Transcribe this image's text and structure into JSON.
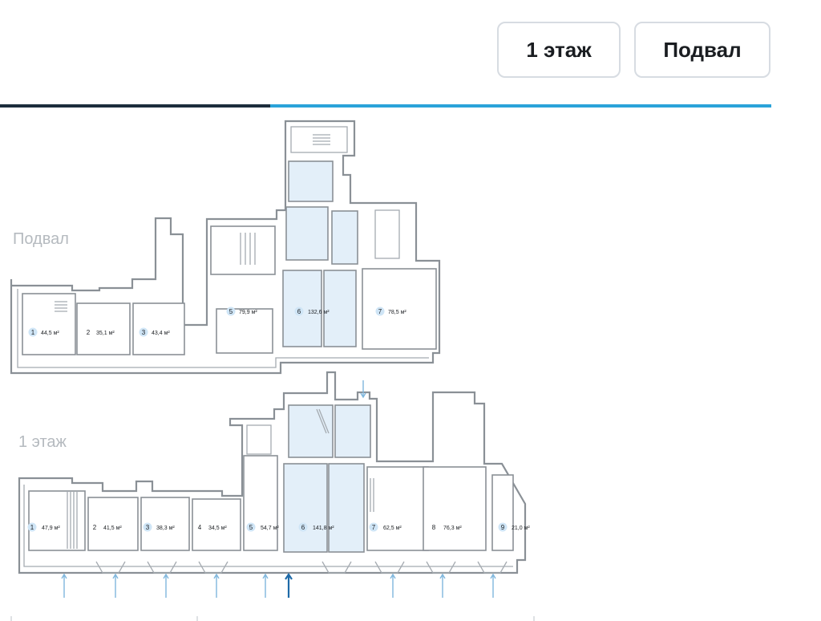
{
  "floor_buttons": [
    {
      "label": "1 этаж"
    },
    {
      "label": "Подвал"
    }
  ],
  "progress": {
    "value": 0.35
  },
  "basement": {
    "label": "Подвал",
    "rooms": [
      {
        "num": "1",
        "area": "44,5 м²"
      },
      {
        "num": "2",
        "area": "35,1 м²"
      },
      {
        "num": "3",
        "area": "43,4 м²"
      },
      {
        "num": "5",
        "area": "79,9 м²"
      },
      {
        "num": "6",
        "area": "132,6 м²"
      },
      {
        "num": "7",
        "area": "78,5 м²"
      }
    ]
  },
  "floor1": {
    "label": "1 этаж",
    "rooms": [
      {
        "num": "1",
        "area": "47,9 м²"
      },
      {
        "num": "2",
        "area": "41,5 м²"
      },
      {
        "num": "3",
        "area": "38,3 м²"
      },
      {
        "num": "4",
        "area": "34,5 м²"
      },
      {
        "num": "5",
        "area": "54,7 м²"
      },
      {
        "num": "6",
        "area": "141,8 м²"
      },
      {
        "num": "7",
        "area": "62,5 м²"
      },
      {
        "num": "8",
        "area": "76,3 м²"
      },
      {
        "num": "9",
        "area": "21,0 м²"
      }
    ]
  }
}
